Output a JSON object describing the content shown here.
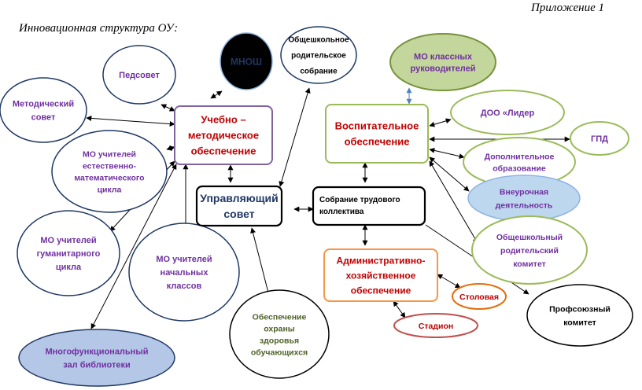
{
  "header": {
    "appendix": "Приложение 1",
    "title": "Инновационная структура ОУ:"
  },
  "nodes": {
    "mnosh": [
      "МНОШ"
    ],
    "pedsovet": [
      "Педсовет"
    ],
    "metod_sovet": [
      "Методический",
      "совет"
    ],
    "mo_est": [
      "МО учителей",
      "естественно-",
      "математического",
      "цикла"
    ],
    "mo_gum": [
      "МО учителей",
      "гуманитарного",
      "цикла"
    ],
    "mo_nach": [
      "МО учителей",
      "начальных",
      "классов"
    ],
    "mfz": [
      "Многофункциональный",
      "зал библиотеки"
    ],
    "uchebno": [
      "Учебно –",
      "методическое",
      "обеспечение"
    ],
    "upr_sovet": [
      "Управляющий",
      "совет"
    ],
    "obsh_sobranie": [
      "Общешкольное",
      "родительское",
      "собрание"
    ],
    "mo_klass": [
      "МО классных",
      "руководителей"
    ],
    "vospit": [
      "Воспитательное",
      "обеспечение"
    ],
    "sobranie_trud": [
      "Собрание трудового",
      "коллектива"
    ],
    "doo": [
      "ДОО «Лидер"
    ],
    "gpd": [
      "ГПД"
    ],
    "dop_obr": [
      "Дополнительное",
      "образование"
    ],
    "vneur": [
      "Внеурочная",
      "деятельность"
    ],
    "rod_komitet": [
      "Общешкольный",
      "родительский",
      "комитет"
    ],
    "adm_hoz": [
      "Административно-",
      "хозяйственное",
      "обеспечение"
    ],
    "stolovaya": [
      "Столовая"
    ],
    "stadion": [
      "Стадион"
    ],
    "prof_komitet": [
      "Профсоюзный",
      "комитет"
    ],
    "ohrana": [
      "Обеспечение",
      "охраны",
      "здоровья",
      "обучающихся"
    ]
  },
  "colors": {
    "ellipse_stroke": "#1f3864",
    "purple_text": "#7030a0",
    "red_text": "#c00000",
    "navy_text": "#1f3864",
    "olive_text": "#4f6228",
    "mnosh_fill": "#bdd7ee",
    "mfz_fill": "#b4c7e7",
    "mo_klass_fill": "#c3d69b",
    "vneur_fill": "#bdd7ee",
    "uchebno_border": "#8064a2",
    "vospit_border": "#9bbb59",
    "adm_border": "#f79646",
    "stolovaya_border": "#e46c0a",
    "stadion_border": "#c0504d",
    "mo_klass_border": "#77933c",
    "connector_blue": "#4f81bd"
  }
}
